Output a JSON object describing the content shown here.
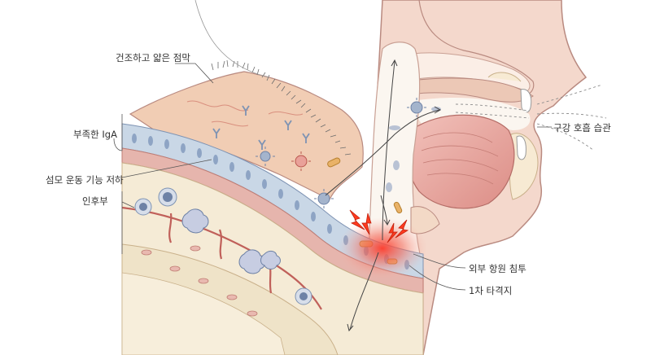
{
  "labels": {
    "dry_thin_mucosa": "건조하고 얇은 점막",
    "iga_deficiency": "부족한 IgA",
    "ciliary_motility_decline": "섬모 운동 기능 저하",
    "pharynx": "인후부",
    "mouth_breathing": "구강 호흡 습관",
    "foreign_antigen_invasion": "외부 항원 침투",
    "primary_target": "1차 타격지"
  },
  "colors": {
    "mucosa": "#f1cdb4",
    "mucosa_fold": "#d98f7e",
    "epithelium": "#c9d7e6",
    "epithelium_nucleus": "#8ea4c4",
    "muscle": "#e6b5ad",
    "submucosa": "#f5ebd6",
    "vessel": "#c0605a",
    "tongue": "#e7a9a3",
    "airway": "#fbf6f0",
    "inflammation": "#f05a4a",
    "lightning": "#ff3b1f",
    "leader_line": "#555555"
  },
  "icons": [
    "antibody-y-icon",
    "virus-icon",
    "bacteria-icon",
    "lightning-bolt-icon",
    "arrow-icon"
  ]
}
